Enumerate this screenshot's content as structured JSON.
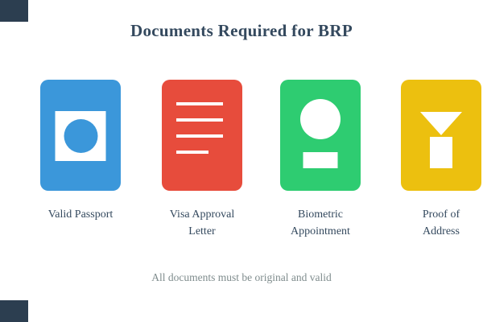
{
  "title": "Documents Required for BRP",
  "footer_note": "All documents must be original and valid",
  "colors": {
    "background": "#ffffff",
    "title_text": "#34495e",
    "label_text": "#34495e",
    "footer_text": "#7f8c8d",
    "corner_accent": "#2c3e50",
    "icon_white": "#ffffff"
  },
  "cards": [
    {
      "id": "valid-passport",
      "color": "#3b97da",
      "icon": "passport-photo-icon",
      "line1": "Valid Passport",
      "line2": ""
    },
    {
      "id": "visa-approval-letter",
      "color": "#e74c3c",
      "icon": "letter-text-lines-icon",
      "line1": "Visa Approval",
      "line2": "Letter"
    },
    {
      "id": "biometric-appointment",
      "color": "#2ecc71",
      "icon": "person-icon",
      "line1": "Biometric",
      "line2": "Appointment"
    },
    {
      "id": "proof-of-address",
      "color": "#ecc00f",
      "icon": "funnel-stand-icon",
      "line1": "Proof of",
      "line2": "Address"
    }
  ]
}
